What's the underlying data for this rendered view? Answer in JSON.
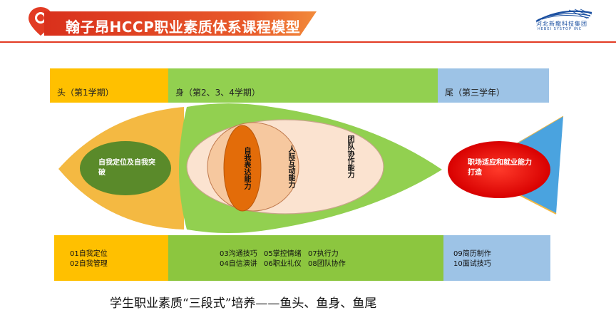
{
  "header": {
    "title": "翰子昂HCCP职业素质体系课程模型"
  },
  "logo": {
    "cn_text": "河北新龍科技集团",
    "en_text": "HEBEI SYSTOP INC"
  },
  "stages": {
    "head_label": "头（第1学期）",
    "body_label": "身（第2、3、4学期）",
    "tail_label": "尾（第三学年）"
  },
  "fish": {
    "head_text": "自我定位及自我突破",
    "inner_circle_text": "自我表达能力",
    "middle_circle_text": "人际互动能力",
    "outer_circle_text": "团队协作能力",
    "tail_text": "职场适应和就业能力打造"
  },
  "courses": {
    "head": [
      "01自我定位",
      "02自我管理"
    ],
    "body_col1": [
      "03沟通技巧",
      "04自信演讲"
    ],
    "body_col2": [
      "05掌控情绪",
      "06职业礼仪"
    ],
    "body_col3": [
      "07执行力",
      "08团队协作"
    ],
    "tail": [
      "09简历制作",
      "10面试技巧"
    ]
  },
  "caption": "学生职业素质“三段式”培养——鱼头、鱼身、鱼尾",
  "colors": {
    "head_yellow": "#ffc000",
    "body_green": "#92d050",
    "tail_blue": "#9dc3e6",
    "header_red": "#d9301c",
    "fish_orange": "#f4b942",
    "inner_orange": "#e36c09",
    "tail_red": "#e00000"
  }
}
